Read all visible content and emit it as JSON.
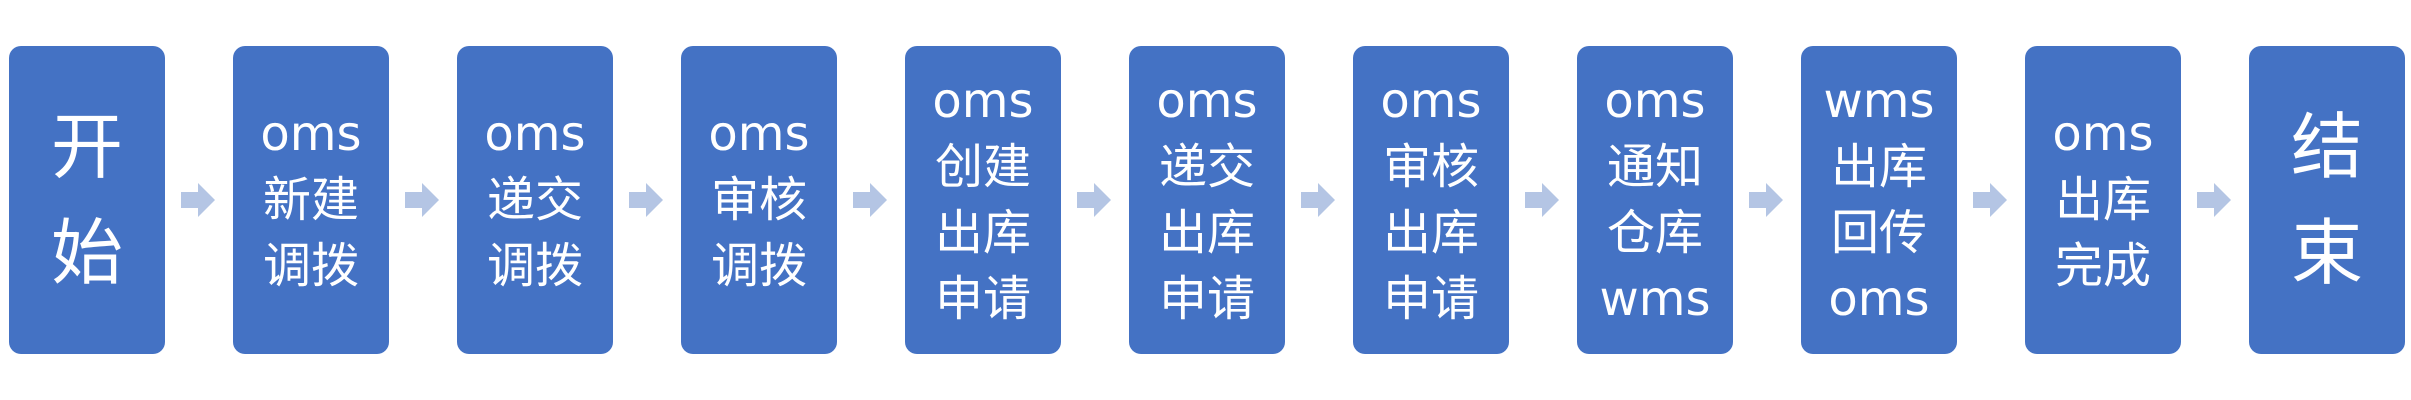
{
  "colors": {
    "box": "#4472c4",
    "text": "#ffffff",
    "arrow": "#b4c5e4"
  },
  "arrow_icon": "right-arrow-icon",
  "steps": [
    {
      "lines": [
        "开",
        "始"
      ]
    },
    {
      "lines": [
        "oms",
        "新建",
        "调拨"
      ]
    },
    {
      "lines": [
        "oms",
        "递交",
        "调拨"
      ]
    },
    {
      "lines": [
        "oms",
        "审核",
        "调拨"
      ]
    },
    {
      "lines": [
        "oms",
        "创建",
        "出库",
        "申请"
      ]
    },
    {
      "lines": [
        "oms",
        "递交",
        "出库",
        "申请"
      ]
    },
    {
      "lines": [
        "oms",
        "审核",
        "出库",
        "申请"
      ]
    },
    {
      "lines": [
        "oms",
        "通知",
        "仓库",
        "wms"
      ]
    },
    {
      "lines": [
        "wms",
        "出库",
        "回传",
        "oms"
      ]
    },
    {
      "lines": [
        "oms",
        "出库",
        "完成"
      ]
    },
    {
      "lines": [
        "结",
        "束"
      ]
    }
  ]
}
